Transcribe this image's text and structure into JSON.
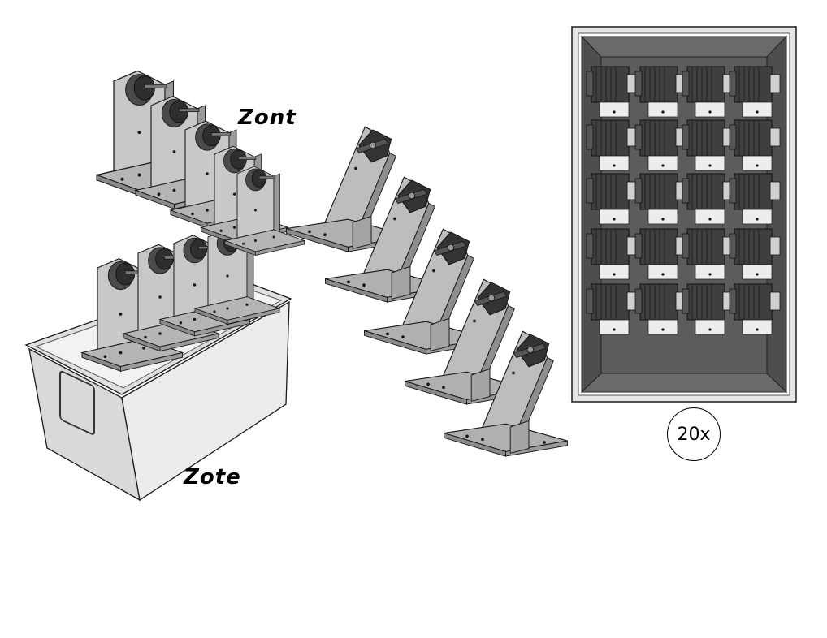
{
  "labels": {
    "upper_stack": "Zont",
    "box": "Zote"
  },
  "quantity_badge": "20x",
  "colors": {
    "metal_light": "#c8c8c8",
    "metal_mid": "#a9a9a9",
    "metal_dark": "#7d7d7d",
    "knob_dark": "#3a3a3a",
    "case_interior": "#5a5a5a",
    "case_frame": "#e6e6e6",
    "outline": "#1a1a1a"
  },
  "icons": {
    "bracket": "angle-bracket-with-reel",
    "container": "metal-storage-box",
    "case": "storage-case-grid"
  }
}
